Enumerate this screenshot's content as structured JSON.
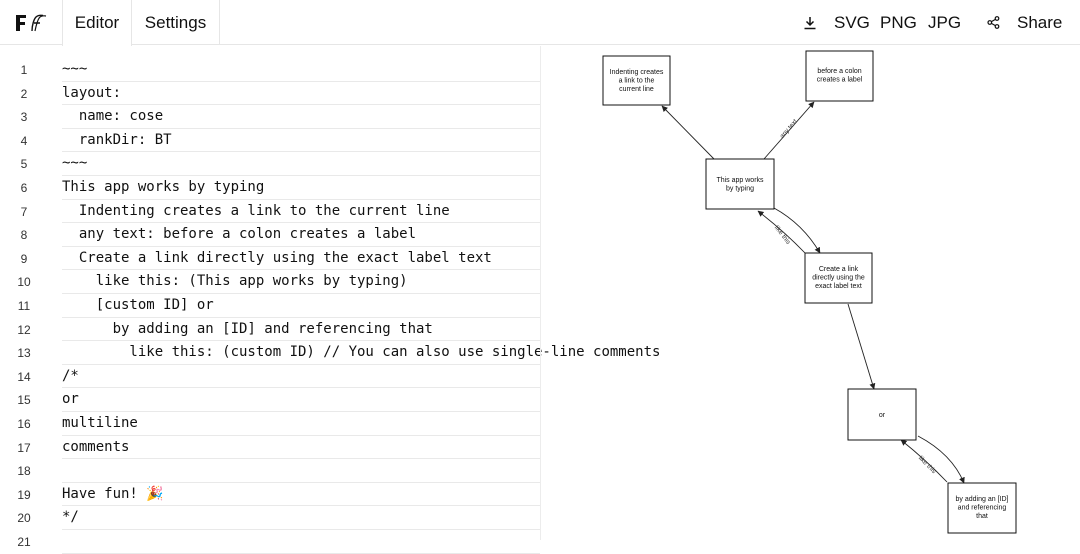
{
  "header": {
    "tabs": [
      "Editor",
      "Settings"
    ],
    "export_svg": "SVG",
    "export_png": "PNG",
    "export_jpg": "JPG",
    "share": "Share",
    "icons": {
      "logo": "flowchart-fun-logo",
      "download": "download-icon",
      "share": "share-icon"
    }
  },
  "editor": {
    "lines": [
      {
        "num": "1",
        "text": "~~~"
      },
      {
        "num": "2",
        "text": "layout:"
      },
      {
        "num": "3",
        "text": "  name: cose"
      },
      {
        "num": "4",
        "text": "  rankDir: BT"
      },
      {
        "num": "5",
        "text": "~~~"
      },
      {
        "num": "6",
        "text": "This app works by typing"
      },
      {
        "num": "7",
        "text": "  Indenting creates a link to the current line"
      },
      {
        "num": "8",
        "text": "  any text: before a colon creates a label"
      },
      {
        "num": "9",
        "text": "  Create a link directly using the exact label text"
      },
      {
        "num": "10",
        "text": "    like this: (This app works by typing)"
      },
      {
        "num": "11",
        "text": "    [custom ID] or"
      },
      {
        "num": "12",
        "text": "      by adding an [ID] and referencing that"
      },
      {
        "num": "13",
        "text": "        like this: (custom ID) // You can also use single-line comments"
      },
      {
        "num": "14",
        "text": "/*"
      },
      {
        "num": "15",
        "text": "or"
      },
      {
        "num": "16",
        "text": "multiline"
      },
      {
        "num": "17",
        "text": "comments"
      },
      {
        "num": "18",
        "text": ""
      },
      {
        "num": "19",
        "text": "Have fun! 🎉"
      },
      {
        "num": "20",
        "text": "*/"
      },
      {
        "num": "21",
        "text": ""
      }
    ]
  },
  "graph": {
    "nodes": [
      {
        "id": "indent",
        "lines": [
          "Indenting creates",
          "a link to the",
          "current line"
        ]
      },
      {
        "id": "colon",
        "lines": [
          "before a colon",
          "creates a label"
        ]
      },
      {
        "id": "app",
        "lines": [
          "This app works",
          "by typing"
        ]
      },
      {
        "id": "create",
        "lines": [
          "Create a link",
          "directly using the",
          "exact label text"
        ]
      },
      {
        "id": "or",
        "lines": [
          "or"
        ]
      },
      {
        "id": "adding",
        "lines": [
          "by adding an [ID]",
          "and referencing",
          "that"
        ]
      }
    ],
    "edge_labels": {
      "any_text": "any text",
      "like_this_1": "like this",
      "like_this_2": "like this"
    }
  }
}
